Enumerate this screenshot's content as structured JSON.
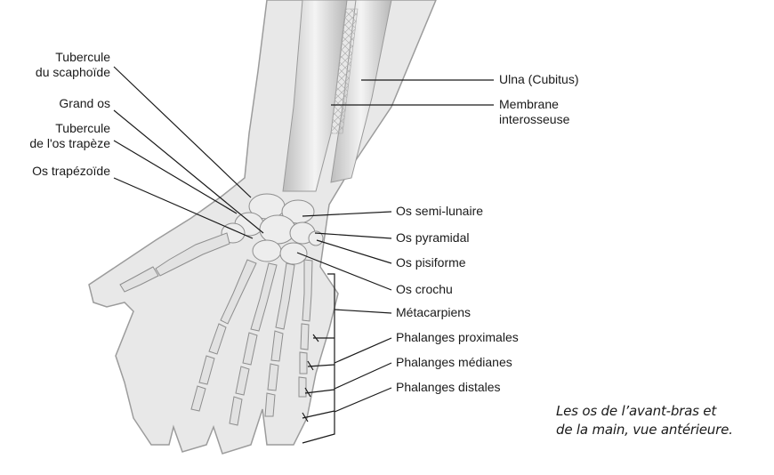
{
  "labels_left": [
    {
      "id": "tubercule-scaphoide",
      "lines": [
        "Tubercule",
        "du scaphoïde"
      ]
    },
    {
      "id": "grand-os",
      "lines": [
        "Grand os"
      ]
    },
    {
      "id": "tubercule-trapeze",
      "lines": [
        "Tubercule",
        "de l'os trapèze"
      ]
    },
    {
      "id": "os-trapezoide",
      "lines": [
        "Os trapézoïde"
      ]
    }
  ],
  "labels_right_top": [
    {
      "id": "ulna",
      "lines": [
        "Ulna (Cubitus)"
      ]
    },
    {
      "id": "membrane",
      "lines": [
        "Membrane",
        "interosseuse"
      ]
    }
  ],
  "labels_right": [
    {
      "id": "semi-lunaire",
      "lines": [
        "Os semi-lunaire"
      ]
    },
    {
      "id": "pyramidal",
      "lines": [
        "Os pyramidal"
      ]
    },
    {
      "id": "pisiforme",
      "lines": [
        "Os pisiforme"
      ]
    },
    {
      "id": "crochu",
      "lines": [
        "Os crochu"
      ]
    },
    {
      "id": "metacarpiens",
      "lines": [
        "Métacarpiens"
      ]
    },
    {
      "id": "phal-prox",
      "lines": [
        "Phalanges proximales"
      ]
    },
    {
      "id": "phal-med",
      "lines": [
        "Phalanges médianes"
      ]
    },
    {
      "id": "phal-dist",
      "lines": [
        "Phalanges distales"
      ]
    }
  ],
  "caption": [
    "Les os de l’avant-bras et",
    "de la main, vue antérieure."
  ],
  "colors": {
    "skin": "#e6e6e6",
    "outline": "#9a9a9a",
    "bone": "#cfcfcf",
    "bone_light": "#f2f2f2",
    "leader": "#1a1a1a"
  }
}
